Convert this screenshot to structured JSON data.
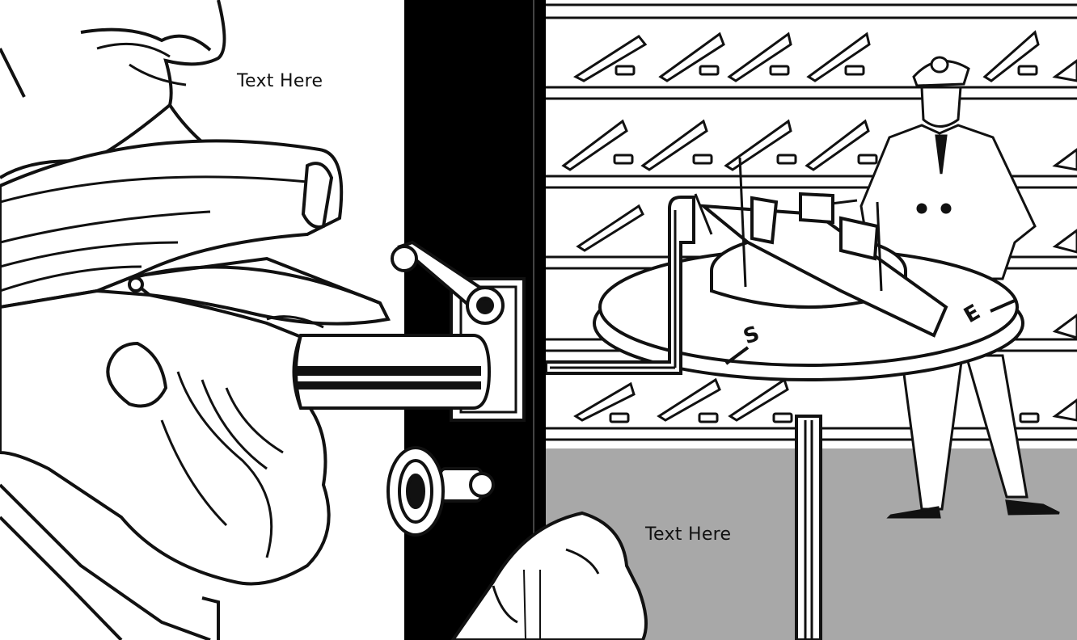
{
  "captions": {
    "top_left": "Text Here",
    "bottom_right": "Text Here"
  },
  "compass_letters": {
    "south": "S",
    "east": "E"
  },
  "colors": {
    "ink": "#111111",
    "paper": "#ffffff",
    "floor_gray": "#a8a8a8",
    "door_black": "#000000"
  }
}
